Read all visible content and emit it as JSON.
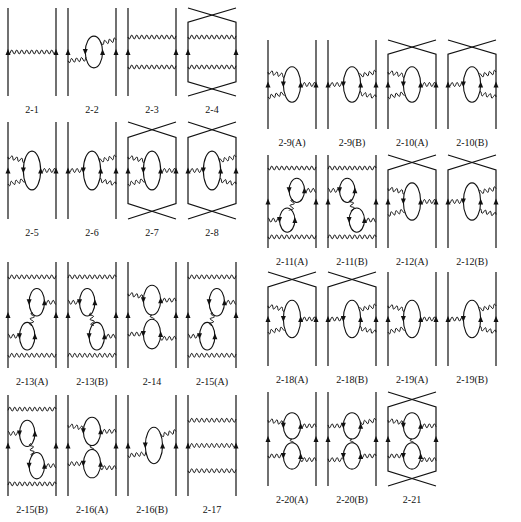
{
  "diagram": {
    "labels": [
      "2-1",
      "2-2",
      "2-3",
      "2-4",
      "2-9(A)",
      "2-9(B)",
      "2-10(A)",
      "2-10(B)",
      "2-5",
      "2-6",
      "2-7",
      "2-8",
      "2-11(A)",
      "2-11(B)",
      "2-12(A)",
      "2-12(B)",
      "2-13(A)",
      "2-13(B)",
      "2-14",
      "2-15(A)",
      "2-18(A)",
      "2-18(B)",
      "2-19(A)",
      "2-19(B)",
      "2-15(B)",
      "2-16(A)",
      "2-16(B)",
      "2-17",
      "2-20(A)",
      "2-20(B)",
      "2-21"
    ]
  }
}
